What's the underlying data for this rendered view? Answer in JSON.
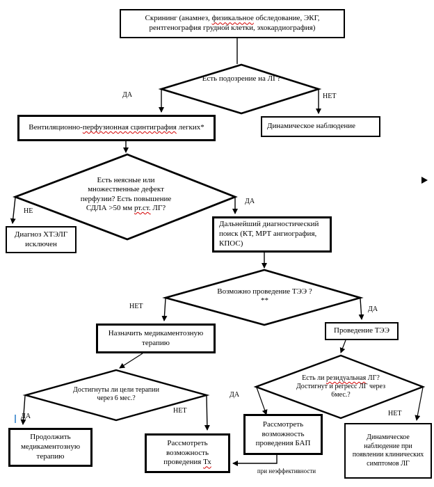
{
  "colors": {
    "typo-red": "#d40000",
    "caret-blue": "#5b9bd5",
    "line-black": "#000000"
  },
  "labels": {
    "yes": "ДА",
    "no": "НЕТ",
    "ne": "НЕ",
    "ineffective": "при неэффективности"
  },
  "nodes": {
    "screening": {
      "pre": "Скрининг (анамнез, ",
      "typo": "физикальное",
      "post": " обследование, ЭКГ, рентгенография грудной клетки, эхокардиография)"
    },
    "suspicion": {
      "text": "Есть подозрение на ЛГ?"
    },
    "vq_scan": {
      "pre": "Вентиляционно-",
      "typo": "перфузионная сцинтиграфия",
      "post": " легких*"
    },
    "dynamic_observation": {
      "text": "Динамическое наблюдение"
    },
    "perfusion_defects": {
      "pre": "Есть неясные или множественные дефект перфузии? Есть повышение СДЛА >50 мм ",
      "typo": "рт.ст.",
      "post": " ЛГ?"
    },
    "cteph_excluded": {
      "text": "Диагноз ХТЭЛГ исключен"
    },
    "further_search": {
      "text": "Дальнейший диагностический поиск (КТ, МРТ ангиография, КПОС)"
    },
    "tee_possible": {
      "text": "Возможно проведение ТЭЭ ? **"
    },
    "prescribe_therapy": {
      "text": "Назначить медикаментозную терапию"
    },
    "tee_surgery": {
      "text": "Проведение ТЭЭ"
    },
    "therapy_goals": {
      "text": "Достигнуты ли цели терапии через 6 мес.?"
    },
    "residual_ph": {
      "pre": "Есть ли ",
      "typo": "резидуальная",
      "post": " ЛГ? Достигнут и регресс ЛГ через 6мес.?"
    },
    "continue_therapy": {
      "text": "Продолжить медикаментозную терапию"
    },
    "consider_tx": {
      "pre": "Рассмотреть возможность проведения ",
      "typo": "Тх",
      "post": ""
    },
    "consider_bap": {
      "text": "Рассмотреть возможность проведения БАП"
    },
    "dynamic_observation_symptoms": {
      "text": "Динамическое наблюдение при появлении клинических симптомов ЛГ"
    }
  }
}
